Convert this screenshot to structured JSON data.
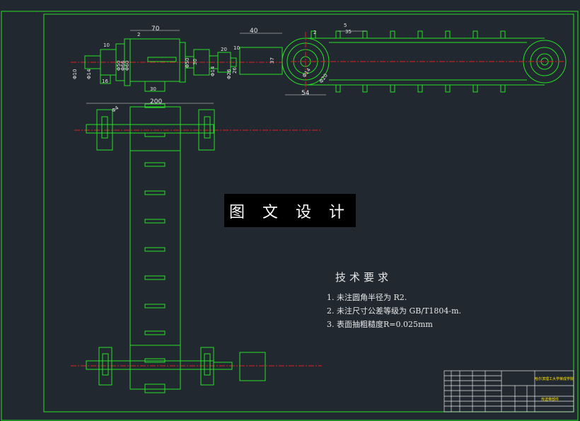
{
  "watermark": "图 文 设 计",
  "technical_requirements": {
    "title": "技术要求",
    "items": [
      "1. 未注圆角半径为  R2.",
      "2. 未注尺寸公差等级为  GB/T1804-m.",
      "3. 表面抽粗糙度R=0.025mm"
    ]
  },
  "dimensions": {
    "side_view": [
      "70",
      "2",
      "10",
      "Φ10",
      "Φ14",
      "Φ50",
      "Φ66",
      "Φ60",
      "16",
      "30",
      "Φ50",
      "30",
      "Φ14",
      "40",
      "10",
      "26",
      "37",
      "Φ26",
      "20"
    ],
    "end_view": [
      "5",
      "35",
      "2",
      "Φ14",
      "Φ20",
      "54"
    ],
    "top_view": [
      "200",
      "Φ4"
    ]
  },
  "title_block": {
    "school": "哈尔滨理工大学荣成学院",
    "drawing_name": "传送带部件"
  },
  "colors": {
    "background": "#212830",
    "outline": "#27e027",
    "centerline": "#e02020",
    "dimension": "#e6e6e6",
    "accent": "#ffe600"
  }
}
